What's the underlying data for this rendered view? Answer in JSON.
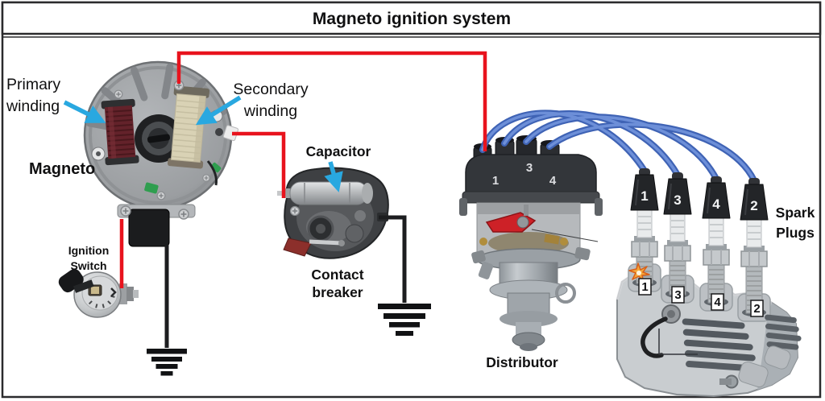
{
  "title": "Magneto ignition system",
  "labels": {
    "primary_winding": {
      "lines": [
        "Primary",
        "winding"
      ]
    },
    "secondary_winding": {
      "lines": [
        "Secondary",
        "winding"
      ]
    },
    "magneto": "Magneto",
    "ignition_switch": {
      "lines": [
        "Ignition",
        "Switch"
      ]
    },
    "capacitor": "Capacitor",
    "contact_breaker": {
      "lines": [
        "Contact",
        "breaker"
      ]
    },
    "distributor": "Distributor",
    "spark_plugs": {
      "lines": [
        "Spark",
        "Plugs"
      ]
    }
  },
  "distributor_cap_terminals": [
    "1",
    "3",
    "4"
  ],
  "spark_plug_boots": [
    "1",
    "3",
    "4",
    "2"
  ],
  "cylinder_tags": [
    "1",
    "3",
    "4",
    "2"
  ],
  "colors": {
    "wire_red": "#e8131d",
    "wire_black": "#1c1d1f",
    "spark_plug_wire_blue": "#3f63b5",
    "label_arrow_blue": "#29a8e0",
    "ground_symbol": "#111214"
  },
  "icons": {
    "ground_symbol": "earth-ground",
    "label_pointer": "blue-arrow",
    "spark": "spark-burst"
  }
}
